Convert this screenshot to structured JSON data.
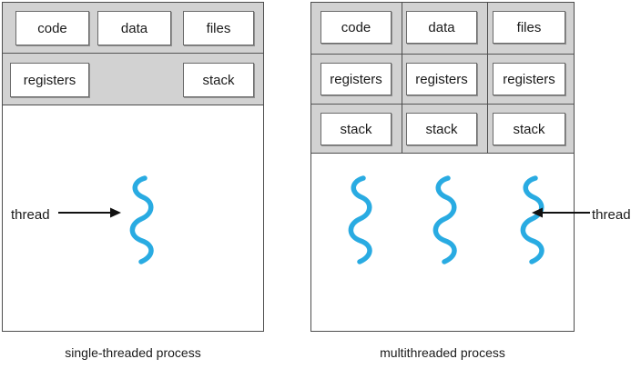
{
  "figure": {
    "background": "#ffffff",
    "thread_color": "#29abe2",
    "header_fill": "#d2d2d2",
    "border_color": "#4d4d4d"
  },
  "single_process": {
    "caption": "single-threaded process",
    "resource_row": [
      {
        "label": "code"
      },
      {
        "label": "data"
      },
      {
        "label": "files"
      }
    ],
    "thread_row": [
      {
        "label": "registers"
      },
      {
        "label": "stack"
      }
    ],
    "threads": [
      {
        "name": "thread-squiggle-1"
      }
    ],
    "annotation": {
      "label": "thread",
      "arrow_direction": "right"
    }
  },
  "multithreaded_process": {
    "caption": "multithreaded process",
    "resource_row": [
      {
        "label": "code"
      },
      {
        "label": "data"
      },
      {
        "label": "files"
      }
    ],
    "registers_row": [
      {
        "label": "registers"
      },
      {
        "label": "registers"
      },
      {
        "label": "registers"
      }
    ],
    "stack_row": [
      {
        "label": "stack"
      },
      {
        "label": "stack"
      },
      {
        "label": "stack"
      }
    ],
    "threads": [
      {
        "name": "thread-squiggle-1"
      },
      {
        "name": "thread-squiggle-2"
      },
      {
        "name": "thread-squiggle-3"
      }
    ],
    "annotation": {
      "label": "thread",
      "arrow_direction": "left"
    }
  }
}
